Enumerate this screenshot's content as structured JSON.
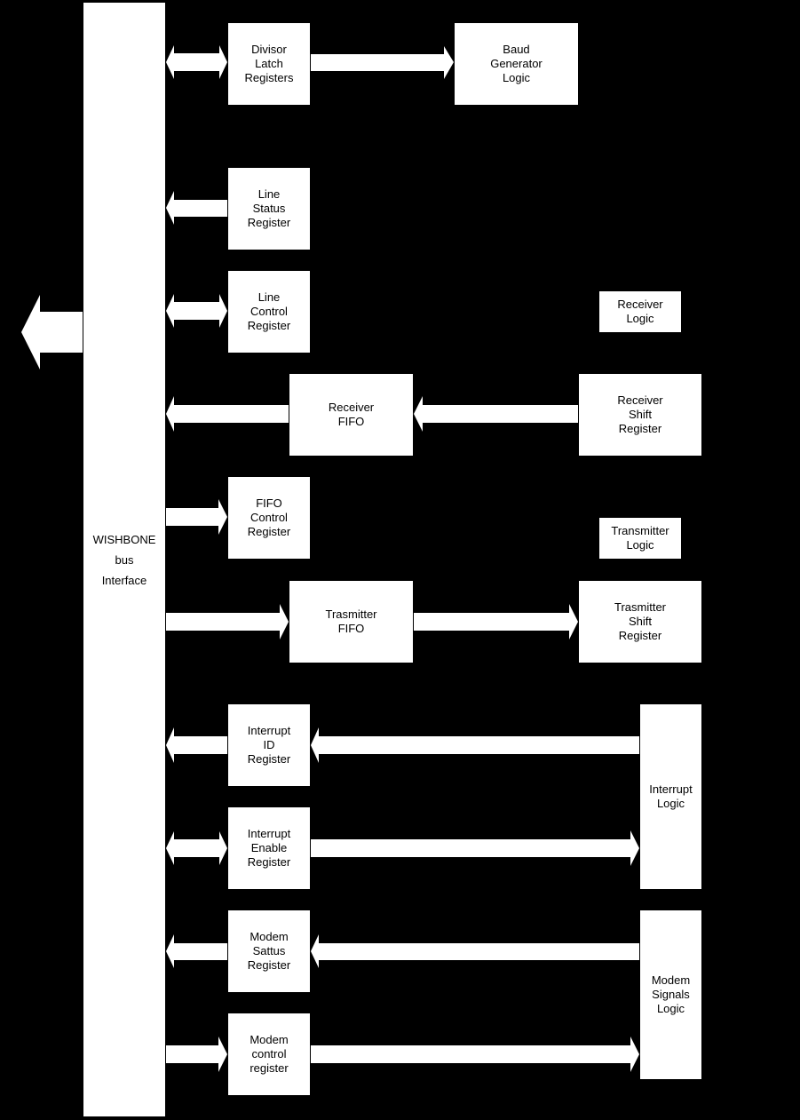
{
  "colors": {
    "background": "#000000",
    "foreground": "#ffffff",
    "text": "#000000"
  },
  "bus": {
    "lines": [
      "WISHBONE",
      "bus",
      "Interface"
    ]
  },
  "blocks": {
    "divisor_latch": [
      "Divisor",
      "Latch",
      "Registers"
    ],
    "baud_generator": [
      "Baud",
      "Generator",
      "Logic"
    ],
    "line_status": [
      "Line",
      "Status",
      "Register"
    ],
    "line_control": [
      "Line",
      "Control",
      "Register"
    ],
    "receiver_logic": [
      "Receiver",
      "Logic"
    ],
    "receiver_fifo": [
      "Receiver",
      "FIFO"
    ],
    "receiver_shift": [
      "Receiver",
      "Shift",
      "Register"
    ],
    "fifo_control": [
      "FIFO",
      "Control",
      "Register"
    ],
    "transmitter_logic": [
      "Transmitter",
      "Logic"
    ],
    "transmitter_fifo": [
      "Trasmitter",
      "FIFO"
    ],
    "transmitter_shift": [
      "Trasmitter",
      "Shift",
      "Register"
    ],
    "interrupt_id": [
      "Interrupt",
      "ID",
      "Register"
    ],
    "interrupt_logic": [
      "Interrupt",
      "Logic"
    ],
    "interrupt_enable": [
      "Interrupt",
      "Enable",
      "Register"
    ],
    "modem_status": [
      "Modem",
      "Sattus",
      "Register"
    ],
    "modem_signals": [
      "Modem",
      "Signals",
      "Logic"
    ],
    "modem_control": [
      "Modem",
      "control",
      "register"
    ]
  }
}
